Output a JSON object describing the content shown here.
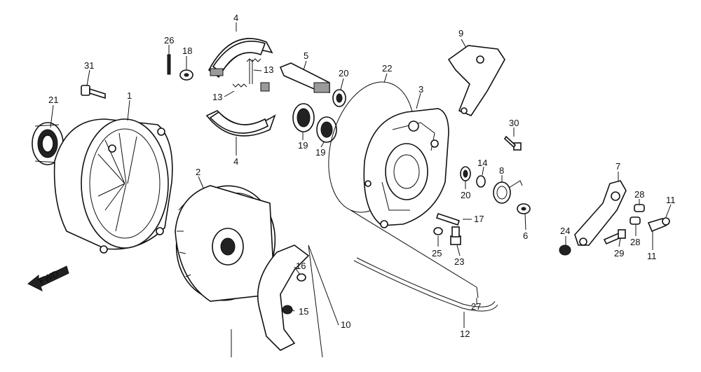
{
  "fwd_label": "FWD",
  "labels": {
    "p1": "1",
    "p2": "2",
    "p3": "3",
    "p4a": "4",
    "p4b": "4",
    "p5": "5",
    "p6": "6",
    "p7": "7",
    "p8": "8",
    "p9": "9",
    "p10": "10",
    "p11a": "11",
    "p11b": "11",
    "p12": "12",
    "p13a": "13",
    "p13b": "13",
    "p14": "14",
    "p15": "15",
    "p16": "16",
    "p17": "17",
    "p18": "18",
    "p19a": "19",
    "p19b": "19",
    "p20a": "20",
    "p20b": "20",
    "p21": "21",
    "p22": "22",
    "p23": "23",
    "p24": "24",
    "p25": "25",
    "p26": "26",
    "p27": "27",
    "p28a": "28",
    "p28b": "28",
    "p29": "29",
    "p30": "30",
    "p31": "31"
  }
}
